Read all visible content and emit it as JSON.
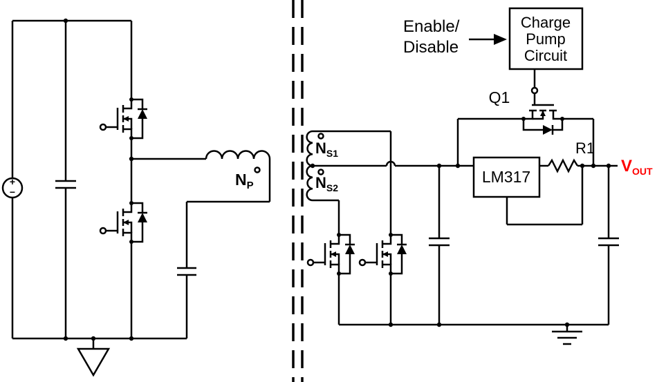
{
  "diagram": {
    "background": "#ffffff",
    "wire_color": "#000000",
    "labels": {
      "source_plus": "+",
      "source_minus": "−",
      "np": {
        "base": "N",
        "sub": "P"
      },
      "ns1": {
        "base": "N",
        "sub": "S1"
      },
      "ns2": {
        "base": "N",
        "sub": "S2"
      },
      "q1": "Q1",
      "r1": "R1",
      "lm317": "LM317",
      "charge_pump": {
        "line1": "Charge",
        "line2": "Pump",
        "line3": "Circuit"
      },
      "enable": {
        "line1": "Enable/",
        "line2": "Disable"
      },
      "vout": {
        "base": "V",
        "sub": "OUT",
        "color": "#ff0000"
      }
    }
  }
}
